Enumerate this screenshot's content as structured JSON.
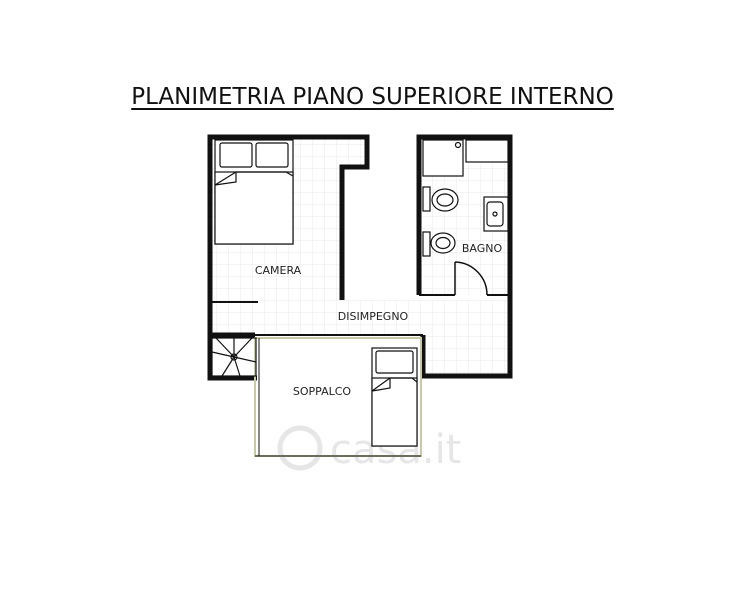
{
  "title": "PLANIMETRIA PIANO SUPERIORE INTERNO",
  "rooms": {
    "camera": "CAMERA",
    "bagno": "BAGNO",
    "disimpegno": "DISIMPEGNO",
    "soppalco": "SOPPALCO"
  },
  "watermark": "casa.it",
  "colors": {
    "wall": "#111111",
    "grid": "#e4e4e4",
    "soppalco_edge": "#c9c9a8",
    "watermark": "#e6e6e6"
  }
}
